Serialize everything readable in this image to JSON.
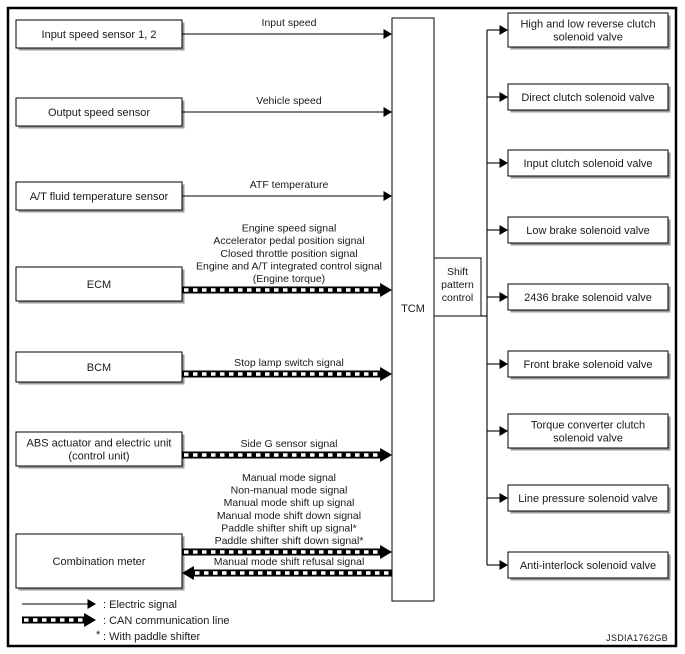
{
  "figure": {
    "id_code": "JSDIA1762GB",
    "controller": {
      "name": "TCM",
      "inner_label_lines": [
        "Shift",
        "pattern",
        "control"
      ]
    }
  },
  "inputs": [
    {
      "name": "input-speed-sensor",
      "box_lines": [
        "Input speed sensor 1, 2"
      ],
      "signal_lines": [
        "Input speed"
      ],
      "line_type": "electric",
      "direction": "to-tcm"
    },
    {
      "name": "output-speed-sensor",
      "box_lines": [
        "Output speed sensor"
      ],
      "signal_lines": [
        "Vehicle speed"
      ],
      "line_type": "electric",
      "direction": "to-tcm"
    },
    {
      "name": "at-fluid-temperature-sensor",
      "box_lines": [
        "A/T fluid temperature sensor"
      ],
      "signal_lines": [
        "ATF temperature"
      ],
      "line_type": "electric",
      "direction": "to-tcm"
    },
    {
      "name": "ecm",
      "box_lines": [
        "ECM"
      ],
      "signal_lines": [
        "Engine speed signal",
        "Accelerator pedal position signal",
        "Closed throttle position signal",
        "Engine and A/T integrated control signal",
        "(Engine torque)"
      ],
      "line_type": "can",
      "direction": "to-tcm"
    },
    {
      "name": "bcm",
      "box_lines": [
        "BCM"
      ],
      "signal_lines": [
        "Stop lamp switch signal"
      ],
      "line_type": "can",
      "direction": "to-tcm"
    },
    {
      "name": "abs-actuator-and-electric-unit",
      "box_lines": [
        "ABS actuator and electric unit",
        "(control unit)"
      ],
      "signal_lines": [
        "Side G sensor signal"
      ],
      "line_type": "can",
      "direction": "to-tcm"
    },
    {
      "name": "combination-meter",
      "box_lines": [
        "Combination meter"
      ],
      "signal_lines": [
        "Manual mode signal",
        "Non-manual mode signal",
        "Manual mode shift up signal",
        "Manual mode shift down signal",
        "Paddle shifter shift up signal*",
        "Paddle shifter shift down signal*"
      ],
      "line_type": "can",
      "direction": "to-tcm",
      "return_signal_lines": [
        "Manual mode shift refusal signal"
      ],
      "return_line_type": "can",
      "return_direction": "from-tcm"
    }
  ],
  "outputs": [
    {
      "name": "high-and-low-reverse-clutch-solenoid-valve",
      "box_lines": [
        "High and low reverse clutch",
        "solenoid valve"
      ]
    },
    {
      "name": "direct-clutch-solenoid-valve",
      "box_lines": [
        "Direct clutch solenoid valve"
      ]
    },
    {
      "name": "input-clutch-solenoid-valve",
      "box_lines": [
        "Input clutch solenoid valve"
      ]
    },
    {
      "name": "low-brake-solenoid-valve",
      "box_lines": [
        "Low brake solenoid valve"
      ]
    },
    {
      "name": "2436-brake-solenoid-valve",
      "box_lines": [
        "2436 brake solenoid valve"
      ]
    },
    {
      "name": "front-brake-solenoid-valve",
      "box_lines": [
        "Front brake solenoid valve"
      ]
    },
    {
      "name": "torque-converter-clutch-solenoid-valve",
      "box_lines": [
        "Torque converter clutch",
        "solenoid valve"
      ]
    },
    {
      "name": "line-pressure-solenoid-valve",
      "box_lines": [
        "Line pressure solenoid valve"
      ]
    },
    {
      "name": "anti-interlock-solenoid-valve",
      "box_lines": [
        "Anti-interlock solenoid valve"
      ]
    }
  ],
  "legend": [
    {
      "name": "legend-electric-signal",
      "symbol": "electric",
      "label": ": Electric signal"
    },
    {
      "name": "legend-can-communication-line",
      "symbol": "can",
      "label": ": CAN communication line"
    },
    {
      "name": "legend-paddle-shifter-note",
      "symbol": "asterisk",
      "label": ": With paddle shifter",
      "marker": "*"
    }
  ]
}
